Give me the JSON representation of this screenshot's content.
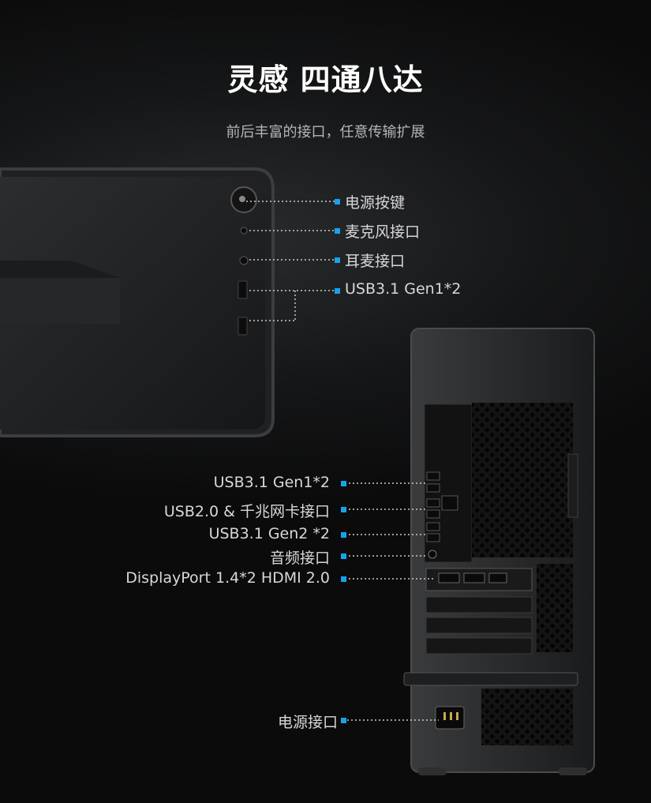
{
  "title": "灵感 四通八达",
  "subtitle": "前后丰富的接口，任意传输扩展",
  "front_ports": [
    {
      "label": "电源按键"
    },
    {
      "label": "麦克风接口"
    },
    {
      "label": "耳麦接口"
    },
    {
      "label": "USB3.1 Gen1*2"
    }
  ],
  "rear_ports": [
    {
      "label": "USB3.1  Gen1*2"
    },
    {
      "label": "USB2.0 & 千兆网卡接口"
    },
    {
      "label": "USB3.1  Gen2 *2"
    },
    {
      "label": "音频接口"
    },
    {
      "label": "DisplayPort 1.4*2  HDMI 2.0"
    },
    {
      "label": "电源接口"
    }
  ],
  "colors": {
    "accent": "#17a3ec",
    "background": "#0a0a0b",
    "text": "#d8d8da"
  }
}
